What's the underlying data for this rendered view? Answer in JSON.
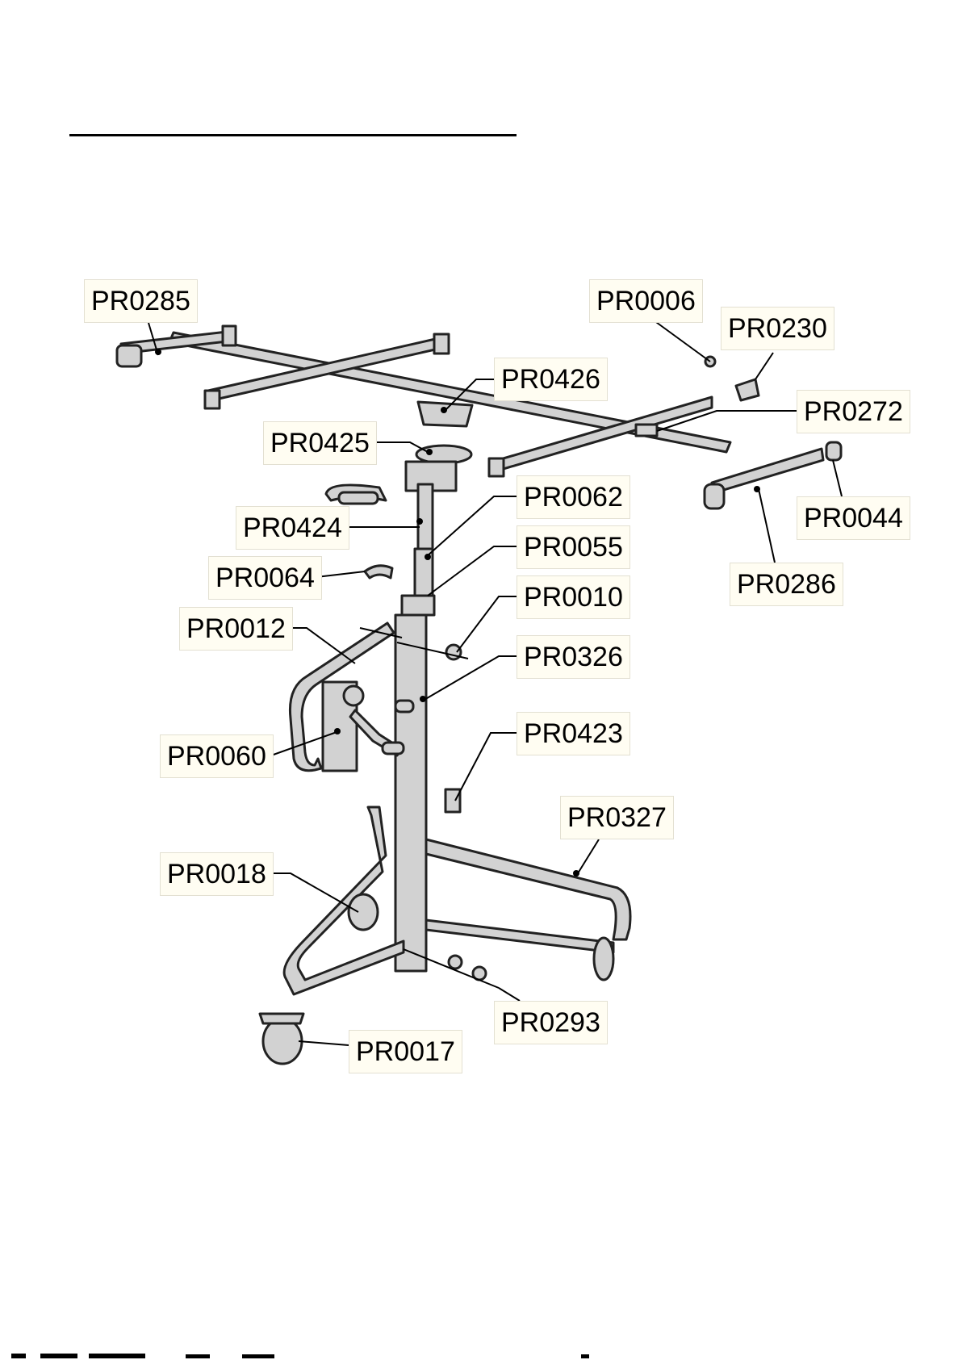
{
  "labels": {
    "pr0285": "PR0285",
    "pr0006": "PR0006",
    "pr0230": "PR0230",
    "pr0426": "PR0426",
    "pr0272": "PR0272",
    "pr0425": "PR0425",
    "pr0062": "PR0062",
    "pr0044": "PR0044",
    "pr0424": "PR0424",
    "pr0055": "PR0055",
    "pr0286": "PR0286",
    "pr0064": "PR0064",
    "pr0010": "PR0010",
    "pr0012": "PR0012",
    "pr0326": "PR0326",
    "pr0060": "PR0060",
    "pr0423": "PR0423",
    "pr0327": "PR0327",
    "pr0018": "PR0018",
    "pr0293": "PR0293",
    "pr0017": "PR0017"
  },
  "colors": {
    "line": "#000000",
    "part_fill": "#d2d2d2",
    "part_stroke": "#222222",
    "label_bg": "#fffdf2"
  }
}
